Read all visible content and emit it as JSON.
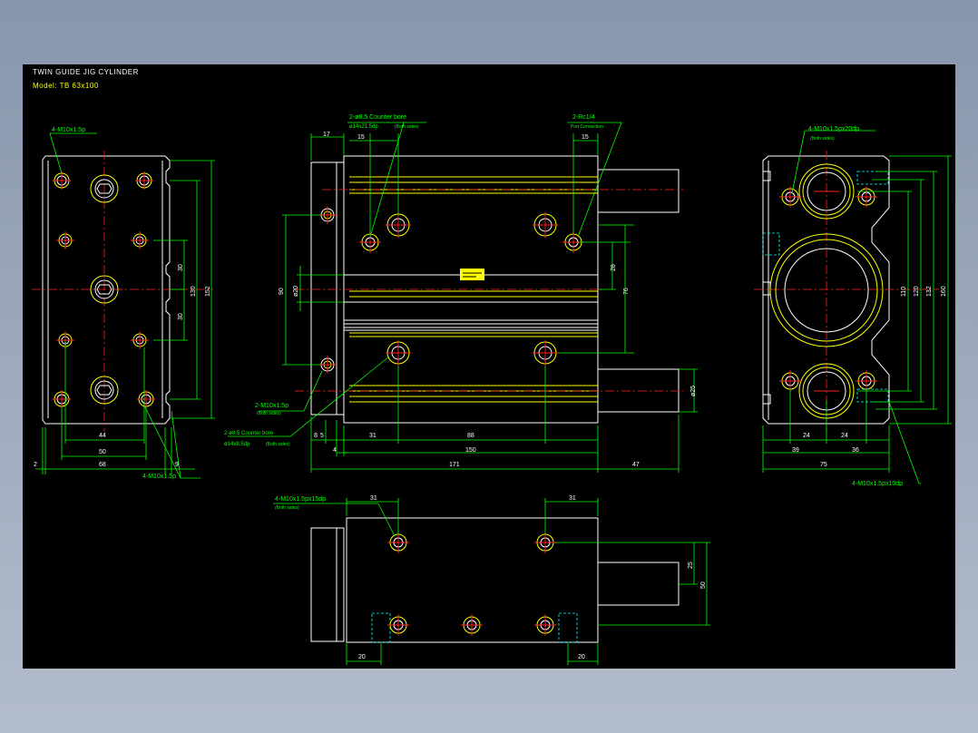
{
  "title": "TWIN GUIDE JIG CYLINDER",
  "model": "Model: TB 63x100",
  "colors": {
    "background": "#000000",
    "outline": "#ffffff",
    "body": "#ffff00",
    "dims": "#00ff00",
    "center": "#ff2020",
    "hidden": "#00ffff",
    "frame": "#8e9bb0"
  },
  "notes": {
    "tap_front": "4-M10x1.5p",
    "tap_front_bottom": "4-M10x1.5p",
    "counter_bore_top": "2-ø8.5 Counter bore",
    "counter_bore_top_sub": "ø14x21.5dp",
    "both_sides": "(Both sides)",
    "port": "2-Rc1/4",
    "port_sub": "Port Connection",
    "tap_side": "2-M10x1.5p",
    "counter_bore_bottom": "2-ø8.5 Counter bore",
    "counter_bore_bottom_sub": "ø14x8.5dp",
    "tap_end": "4-M10x1.5px20dp",
    "tap_end_bottom": "4-M10x1.5px10dp",
    "tap_plan": "4-M10x1.5px15dp"
  },
  "dims": {
    "left": {
      "d30a": "30",
      "d130": "130",
      "d152": "152",
      "d30b": "30",
      "d44": "44",
      "d50": "50",
      "d68": "68",
      "d2": "2",
      "d9": "9"
    },
    "front": {
      "d17": "17",
      "d15a": "15",
      "d15b": "15",
      "d90": "90",
      "d20": "ø20",
      "d28": "28",
      "d76": "76",
      "d25": "ø25",
      "d8": "8",
      "d5": "5",
      "d4": "4",
      "d31": "31",
      "d88": "88",
      "d150": "150",
      "d171": "171",
      "d47": "47"
    },
    "end": {
      "d110": "110",
      "d120": "120",
      "d132": "132",
      "d160": "160",
      "d24a": "24",
      "d24b": "24",
      "d39": "39",
      "d36": "36",
      "d75": "75"
    },
    "plan": {
      "d31a": "31",
      "d31b": "31",
      "d25": "25",
      "d50": "50",
      "d20a": "20",
      "d20b": "20"
    }
  }
}
